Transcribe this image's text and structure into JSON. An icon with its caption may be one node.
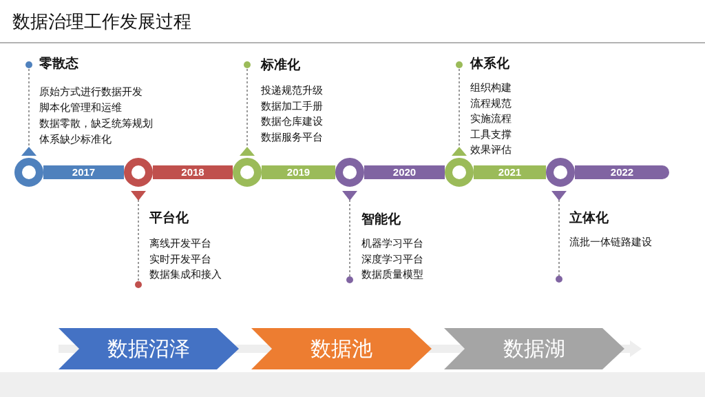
{
  "diagram": {
    "title": "数据治理工作发展过程",
    "nodes": [
      {
        "text": [
          "零散态",
          "原始方式进行数据开发",
          "脚本化管理和运维",
          "数据零散，缺乏统筹规划",
          "体系缺少标准化"
        ]
      },
      {
        "text": [
          "平台化",
          "离线开发平台",
          "实时开发平台",
          "数据集成和接入"
        ]
      },
      {
        "text": [
          "标准化",
          "投递规范升级",
          "数据加工手册",
          "数据仓库建设",
          "数据服务平台"
        ]
      },
      {
        "text": [
          "智能化",
          "机器学习平台",
          "深度学习平台",
          "数据质量模型"
        ]
      },
      {
        "text": [
          "体系化",
          "组织构建",
          "流程规范",
          "实施流程",
          "工具支撑",
          "效果评估"
        ]
      },
      {
        "text": [
          "立体化",
          "流批一体链路建设"
        ]
      },
      {
        "text": [
          "2017"
        ]
      },
      {
        "text": [
          "2018"
        ]
      },
      {
        "text": [
          "2019"
        ]
      },
      {
        "text": [
          "2020"
        ]
      },
      {
        "text": [
          "2021"
        ]
      },
      {
        "text": [
          "2022"
        ]
      },
      {
        "text": [
          "数据沼泽"
        ]
      },
      {
        "text": [
          "数据池"
        ]
      },
      {
        "text": [
          "数据湖"
        ]
      }
    ]
  }
}
